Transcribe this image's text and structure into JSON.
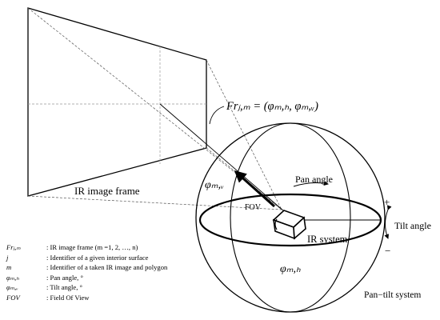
{
  "labels": {
    "frame_equation": "Frⱼ,ₘ = (φₘ,ₕ, φₘ,ᵥ)",
    "phi_v": "φₘ,ᵥ",
    "fov": "FOV",
    "pan_angle": "Pan angle",
    "tilt_angle": "Tilt angle",
    "plus": "+",
    "minus": "−",
    "ir_image_frame": "IR image frame",
    "ir_system": "IR system",
    "phi_h": "φₘ,ₕ",
    "pan_tilt_system": "Pan−tilt system"
  },
  "legend": [
    {
      "symbol": "Frⱼ,ₘ",
      "definition": ": IR image frame (m =1, 2, …, n)"
    },
    {
      "symbol": "j",
      "definition": ": Identifier of a given interior surface"
    },
    {
      "symbol": "m",
      "definition": ": Identifier of a taken IR image and polygon"
    },
    {
      "symbol": "φₘ,ₕ",
      "definition": ": Pan angle, °"
    },
    {
      "symbol": "φₘ,ᵥ",
      "definition": ": Tilt angle, °"
    },
    {
      "symbol": "FOV",
      "definition": ": Field Of View"
    }
  ]
}
